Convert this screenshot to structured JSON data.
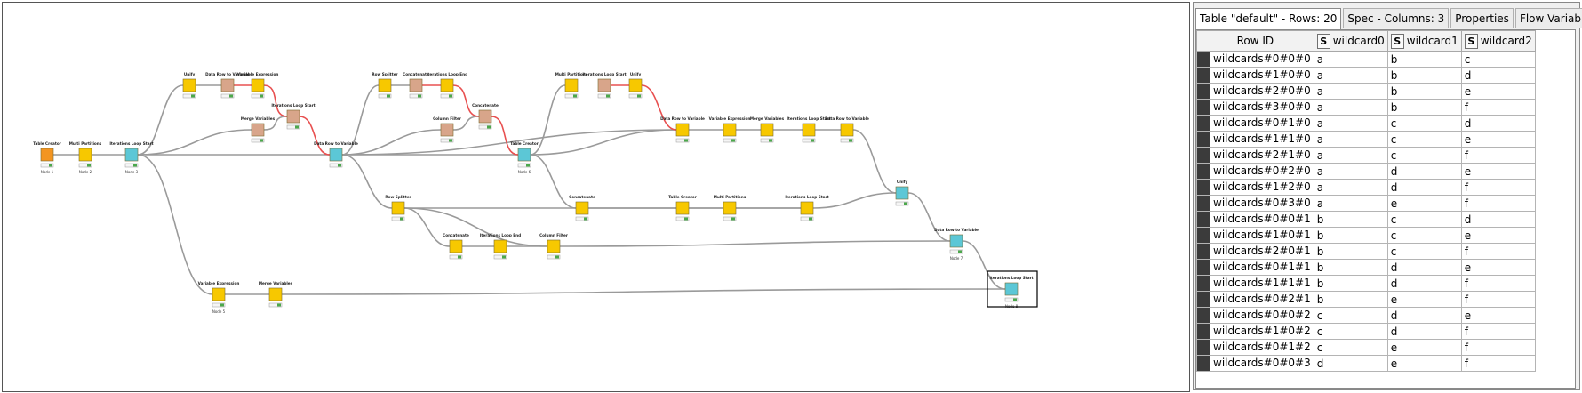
{
  "workflow": {
    "node_ids": {
      "table_creator": "Node 1",
      "sort_column": "Node 2",
      "loop_start_1": "Node 3",
      "stat_col_filter": "Node 5",
      "col_filter_2": "Node 6",
      "column_loop_2": "Node 7",
      "loop_end": "Node 8"
    },
    "labels": [
      "Table Creator",
      "Multi Partitions",
      "Iterations Loop Start",
      "Unify",
      "Data Row to Variable",
      "Variable Expression",
      "Merge Variables",
      "Iterations Loop Start",
      "Data Row to Variable",
      "Row Splitter",
      "Concatenate",
      "Iterations Loop End",
      "Column Filter",
      "Concatenate"
    ]
  },
  "panel": {
    "tabs": [
      "Table \"default\" - Rows: 20",
      "Spec - Columns: 3",
      "Properties",
      "Flow Variables"
    ],
    "columns": [
      {
        "type": "",
        "name": "Row ID"
      },
      {
        "type": "S",
        "name": "wildcard0"
      },
      {
        "type": "S",
        "name": "wildcard1"
      },
      {
        "type": "S",
        "name": "wildcard2"
      }
    ],
    "rows": [
      {
        "id": "wildcards#0#0#0",
        "w0": "a",
        "w1": "b",
        "w2": "c"
      },
      {
        "id": "wildcards#1#0#0",
        "w0": "a",
        "w1": "b",
        "w2": "d"
      },
      {
        "id": "wildcards#2#0#0",
        "w0": "a",
        "w1": "b",
        "w2": "e"
      },
      {
        "id": "wildcards#3#0#0",
        "w0": "a",
        "w1": "b",
        "w2": "f"
      },
      {
        "id": "wildcards#0#1#0",
        "w0": "a",
        "w1": "c",
        "w2": "d"
      },
      {
        "id": "wildcards#1#1#0",
        "w0": "a",
        "w1": "c",
        "w2": "e"
      },
      {
        "id": "wildcards#2#1#0",
        "w0": "a",
        "w1": "c",
        "w2": "f"
      },
      {
        "id": "wildcards#0#2#0",
        "w0": "a",
        "w1": "d",
        "w2": "e"
      },
      {
        "id": "wildcards#1#2#0",
        "w0": "a",
        "w1": "d",
        "w2": "f"
      },
      {
        "id": "wildcards#0#3#0",
        "w0": "a",
        "w1": "e",
        "w2": "f"
      },
      {
        "id": "wildcards#0#0#1",
        "w0": "b",
        "w1": "c",
        "w2": "d"
      },
      {
        "id": "wildcards#1#0#1",
        "w0": "b",
        "w1": "c",
        "w2": "e"
      },
      {
        "id": "wildcards#2#0#1",
        "w0": "b",
        "w1": "c",
        "w2": "f"
      },
      {
        "id": "wildcards#0#1#1",
        "w0": "b",
        "w1": "d",
        "w2": "e"
      },
      {
        "id": "wildcards#1#1#1",
        "w0": "b",
        "w1": "d",
        "w2": "f"
      },
      {
        "id": "wildcards#0#2#1",
        "w0": "b",
        "w1": "e",
        "w2": "f"
      },
      {
        "id": "wildcards#0#0#2",
        "w0": "c",
        "w1": "d",
        "w2": "e"
      },
      {
        "id": "wildcards#1#0#2",
        "w0": "c",
        "w1": "d",
        "w2": "f"
      },
      {
        "id": "wildcards#0#1#2",
        "w0": "c",
        "w1": "e",
        "w2": "f"
      },
      {
        "id": "wildcards#0#0#3",
        "w0": "d",
        "w1": "e",
        "w2": "f"
      }
    ]
  },
  "colors": {
    "manipulator_yellow": "#f7c800",
    "loop_cyan": "#5cc7d6",
    "source_orange": "#f39521",
    "variable_brown": "#d8a58a",
    "flow_var_line": "#e85050",
    "data_line": "#9a9a9a"
  }
}
